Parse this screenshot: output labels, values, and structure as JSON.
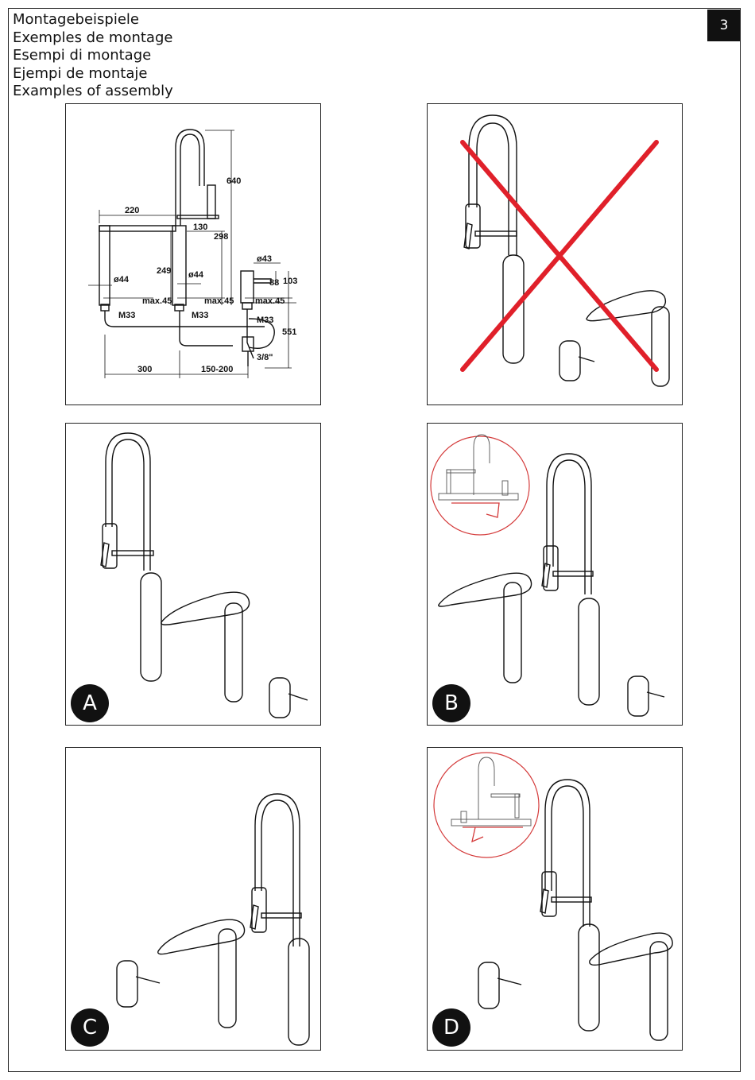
{
  "header": {
    "titles": [
      "Montagebeispiele",
      "Exemples de montage",
      "Esempi di montage",
      "Ejempi de montaje",
      "Examples of assembly"
    ],
    "page_number": "3"
  },
  "panels": {
    "dimensions": {
      "labels": {
        "d220": "220",
        "d640": "640",
        "d130": "130",
        "d298": "298",
        "d43": "ø43",
        "d249": "249",
        "d44a": "ø44",
        "d44b": "ø44",
        "d88": "88",
        "d103": "103",
        "max1": "max.45",
        "max2": "max.45",
        "max3": "max.45",
        "m1": "M33",
        "m2": "M33",
        "m3": "M33",
        "d551": "551",
        "d38": "3/8\"",
        "d300": "300",
        "d150": "150-200"
      }
    },
    "a_label": "A",
    "b_label": "B",
    "c_label": "C",
    "d_label": "D"
  },
  "colors": {
    "cross": "#e0202a",
    "inset": "#d43a3a"
  }
}
